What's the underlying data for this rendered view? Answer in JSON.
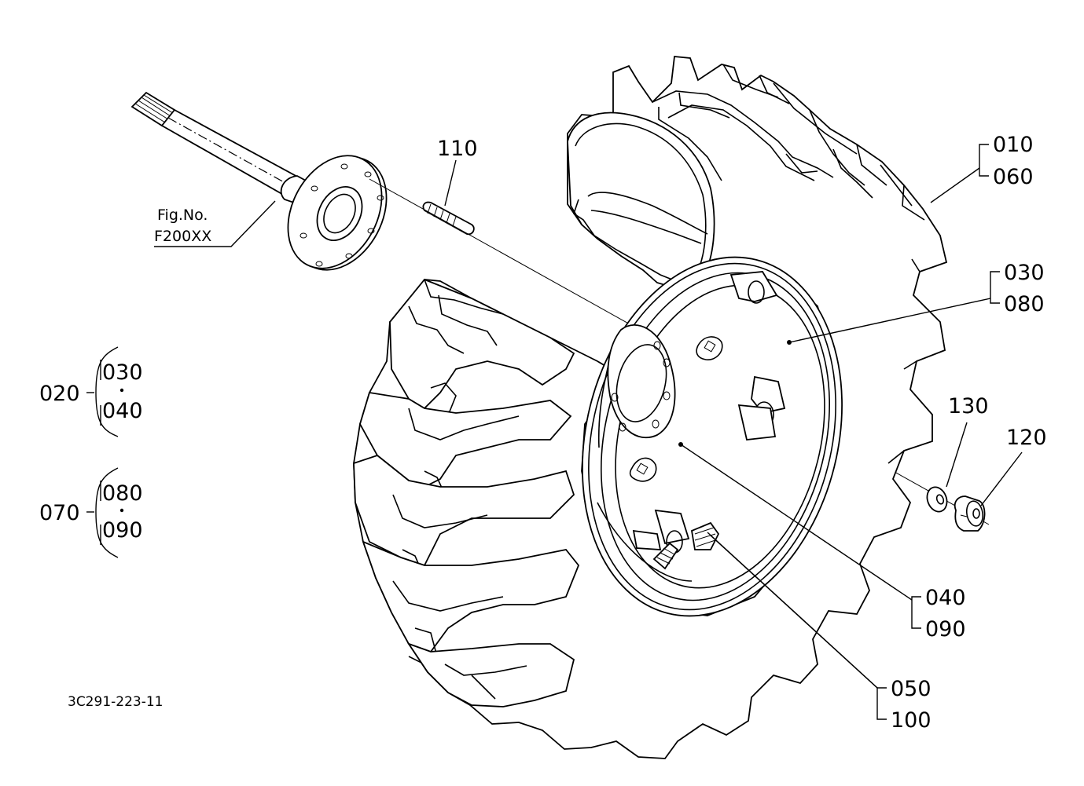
{
  "figure_ref": {
    "line1": "Fig.No.",
    "line2": "F200XX"
  },
  "drawing_number": "3C291-223-11",
  "callouts": {
    "c110": "110",
    "c010": "010",
    "c060": "060",
    "c030": "030",
    "c080": "080",
    "c130": "130",
    "c120": "120",
    "c040": "040",
    "c090": "090",
    "c050": "050",
    "c100": "100"
  },
  "assemblies": [
    {
      "parent": "020",
      "child_top": "030",
      "child_bottom": "040"
    },
    {
      "parent": "070",
      "child_top": "080",
      "child_bottom": "090"
    }
  ]
}
